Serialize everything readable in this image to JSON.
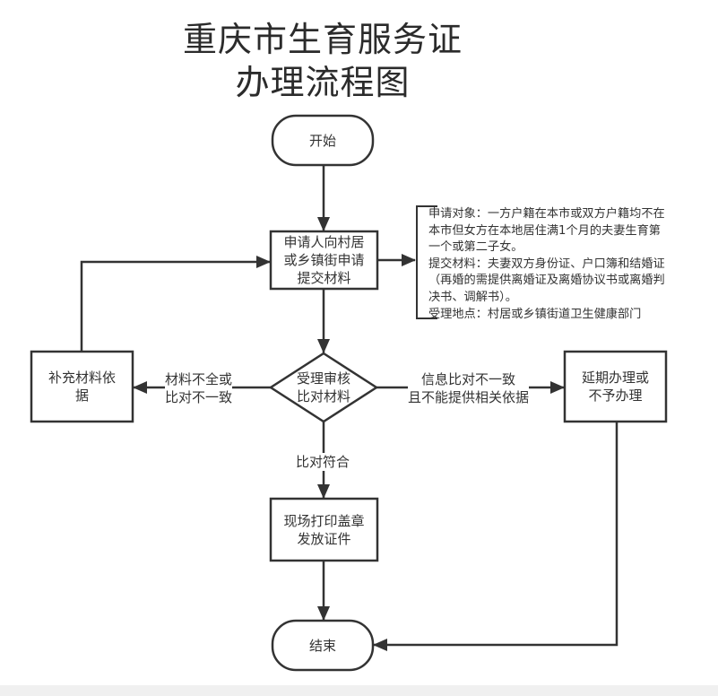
{
  "title": {
    "line1": "重庆市生育服务证",
    "line2": "办理流程图"
  },
  "nodes": {
    "start": "开始",
    "apply": "申请人向村居或乡镇街申请提交材料",
    "review": "受理审核比对材料",
    "supplement": "补充材料依据",
    "delay": "延期办理或不予办理",
    "issue": "现场打印盖章发放证件",
    "end": "结束"
  },
  "node_lines": {
    "apply": [
      "申请人向村居",
      "或乡镇街申请",
      "提交材料"
    ],
    "review": [
      "受理审核",
      "比对材料"
    ],
    "supplement": [
      "补充材料依",
      "据"
    ],
    "delay": [
      "延期办理或",
      "不予办理"
    ],
    "issue": [
      "现场打印盖章",
      "发放证件"
    ]
  },
  "edge_labels": {
    "incomplete": [
      "材料不全或",
      "比对不一致"
    ],
    "mismatch": [
      "信息比对不一致",
      "且不能提供相关依据"
    ],
    "match": "比对符合"
  },
  "annotation": {
    "lines": [
      "申请对象：一方户籍在本市或双方户籍均不在",
      "本市但女方在本地居住满1个月的夫妻生育第",
      "一个或第二子女。",
      "提交材料：夫妻双方身份证、户口簿和结婚证",
      "（再婚的需提供离婚证及离婚协议书或离婚判",
      "决书、调解书）。",
      "受理地点：村居或乡镇街道卫生健康部门"
    ]
  },
  "colors": {
    "stroke": "#333333",
    "text": "#333333",
    "background": "#ffffff",
    "footer": "#f0f0f0"
  }
}
